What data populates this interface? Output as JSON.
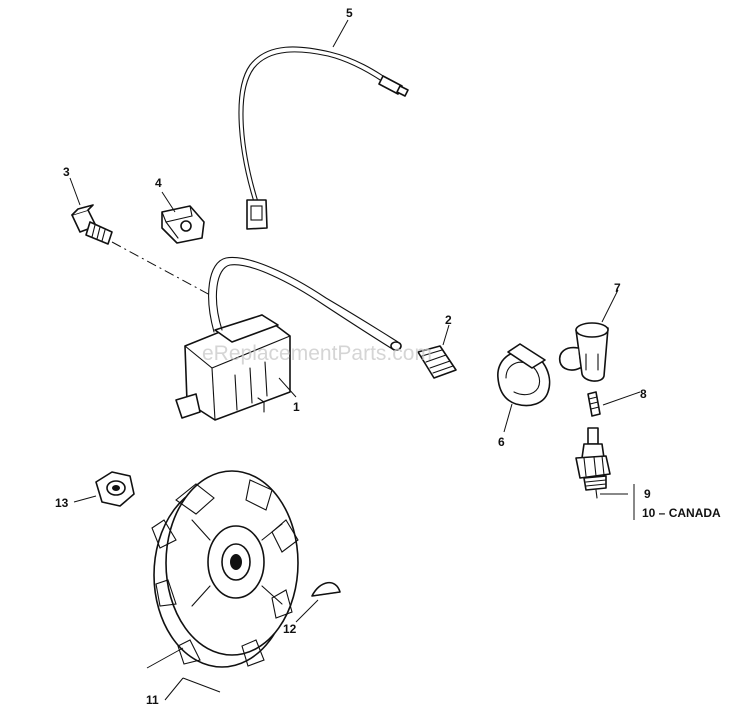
{
  "watermark": "eReplacementParts.com",
  "labels": {
    "p1": "1",
    "p2": "2",
    "p3": "3",
    "p4": "4",
    "p5": "5",
    "p6": "6",
    "p7": "7",
    "p8": "8",
    "p9": "9",
    "p10": "10 – CANADA",
    "p11": "11",
    "p12": "12",
    "p13": "13"
  },
  "parts": [
    {
      "key": "p1",
      "icon": "ignition-coil-icon"
    },
    {
      "key": "p2",
      "icon": "spring-icon"
    },
    {
      "key": "p3",
      "icon": "screw-icon"
    },
    {
      "key": "p4",
      "icon": "grommet-icon"
    },
    {
      "key": "p5",
      "icon": "stop-wire-icon"
    },
    {
      "key": "p6",
      "icon": "terminal-icon"
    },
    {
      "key": "p7",
      "icon": "spark-plug-boot-icon"
    },
    {
      "key": "p8",
      "icon": "spring-icon"
    },
    {
      "key": "p9",
      "icon": "spark-plug-icon"
    },
    {
      "key": "p11",
      "icon": "flywheel-icon"
    },
    {
      "key": "p12",
      "icon": "woodruff-key-icon"
    },
    {
      "key": "p13",
      "icon": "nut-icon"
    }
  ]
}
